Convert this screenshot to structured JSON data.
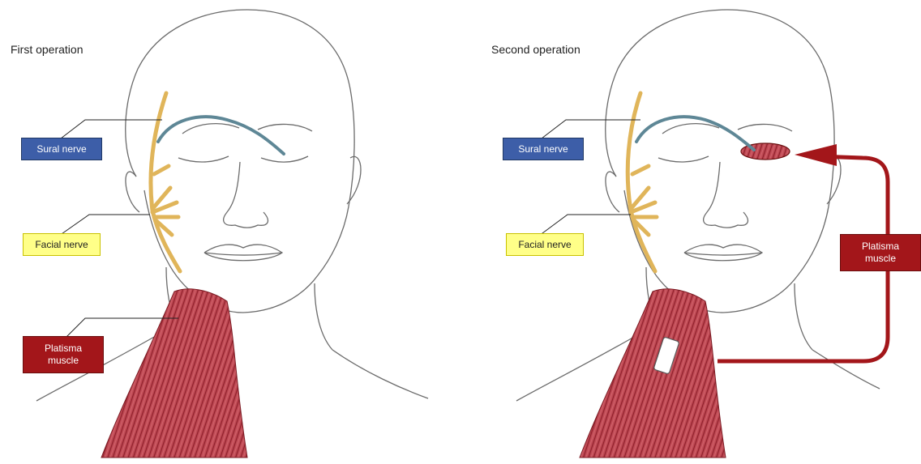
{
  "panels": [
    {
      "title": "First operation"
    },
    {
      "title": "Second operation"
    }
  ],
  "labels": {
    "sural_nerve": "Sural nerve",
    "facial_nerve": "Facial nerve",
    "platysma_line1": "Platisma",
    "platysma_line2": "muscle"
  },
  "colors": {
    "sural_box": "#3d5ea8",
    "facial_box": "#ffff88",
    "platysma_box": "#a3161a",
    "sural_nerve_stroke": "#5e8796",
    "facial_nerve_stroke": "#e0b55a",
    "muscle": "#b33a45",
    "arrow": "#a3161a",
    "sketch_line": "#6b6b6b",
    "leader_line": "#222222"
  }
}
